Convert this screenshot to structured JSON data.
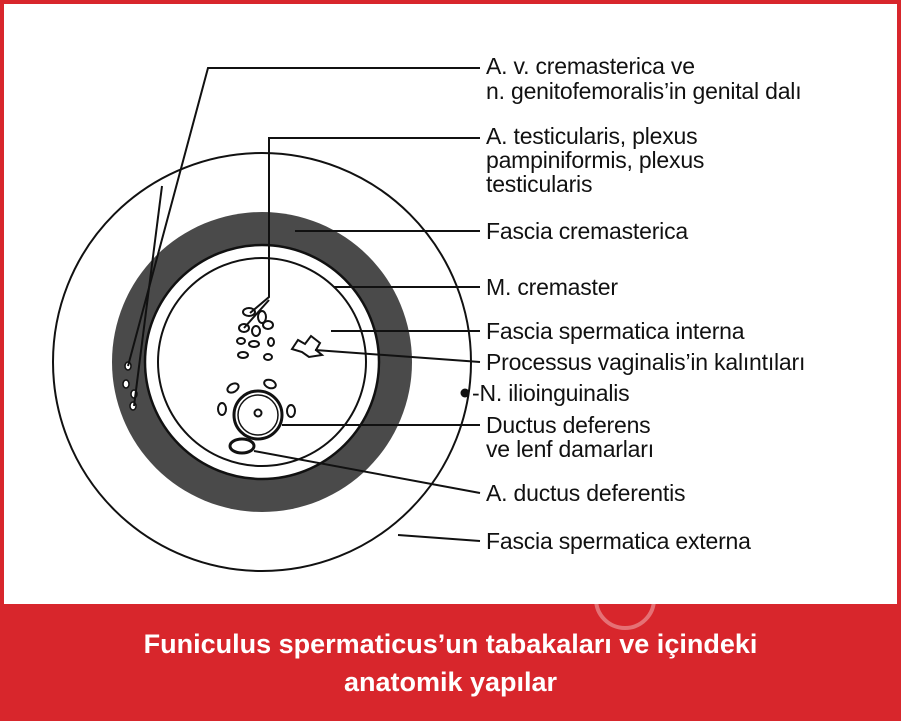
{
  "colors": {
    "frame": "#d8262c",
    "caption_background": "#d8262c",
    "caption_text": "#ffffff",
    "muscle_layer": "#4a4a4a",
    "line": "#111111"
  },
  "labels": {
    "a_v_cremasterica": "A. v. cremasterica ve\nn. genitofemoralis’in genital dalı",
    "a_testicularis": "A. testicularis, plexus\npampiniformis, plexus\ntesticularis",
    "fascia_cremasterica": "Fascia cremasterica",
    "m_cremaster": "M. cremaster",
    "fascia_spermatica_interna": "Fascia spermatica interna",
    "processus_vaginalis": "Processus vaginalis’in kalıntıları",
    "n_ilioinguinalis": "-N. ilioinguinalis",
    "ductus_deferens": "Ductus deferens\nve lenf damarları",
    "a_ductus_deferentis": "A. ductus deferentis",
    "fascia_spermatica_externa": "Fascia spermatica externa"
  },
  "caption": "Funiculus spermaticus’un tabakaları ve içindeki\nanatomik yapılar"
}
